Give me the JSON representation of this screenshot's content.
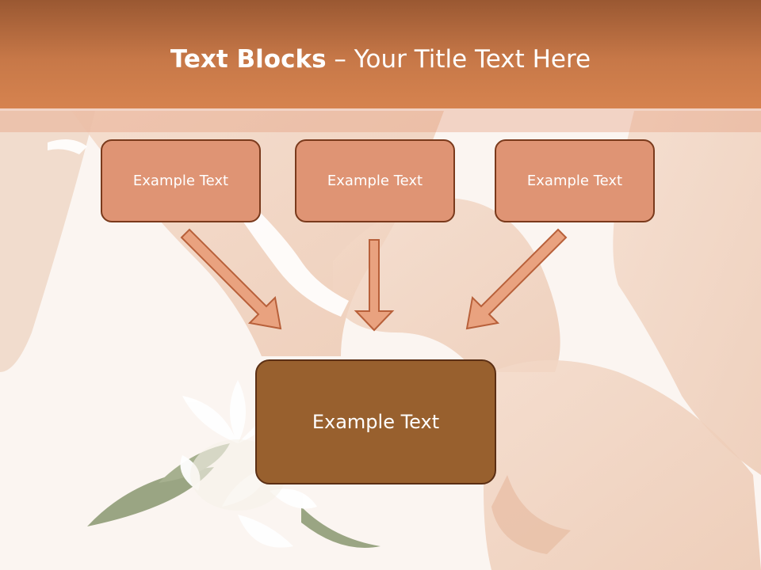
{
  "header": {
    "title_bold": "Text Blocks",
    "title_separator": " – ",
    "title_rest": "Your Title Text Here"
  },
  "blocks": {
    "left": "Example Text",
    "center": "Example Text",
    "right": "Example Text",
    "main": "Example Text"
  },
  "colors": {
    "header": "#c77848",
    "block_fill": "#df9474",
    "block_border": "#7a3a1c",
    "main_fill": "#98602e",
    "arrow_fill": "#e9a27f",
    "arrow_stroke": "#b8603a"
  }
}
